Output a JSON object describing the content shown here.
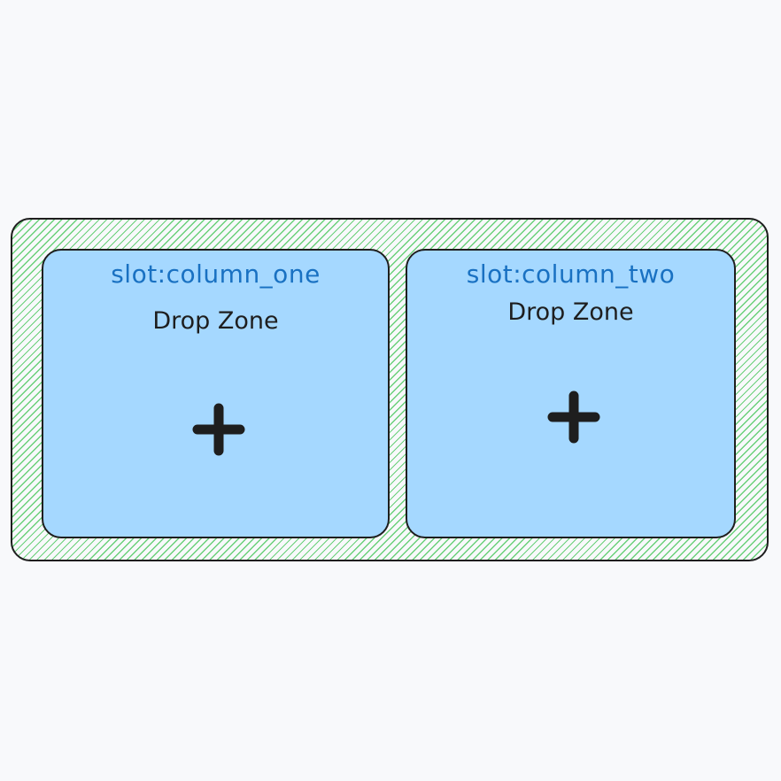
{
  "diagram": {
    "columns": [
      {
        "slot_name": "slot:column_one",
        "drop_zone_label": "Drop Zone",
        "add_icon": "plus-icon"
      },
      {
        "slot_name": "slot:column_two",
        "drop_zone_label": "Drop Zone",
        "add_icon": "plus-icon"
      }
    ],
    "colors": {
      "container_hatch": "#6ad07a",
      "slot_fill": "#a5d8ff",
      "slot_title": "#1971c2",
      "stroke": "#1e1e1e",
      "background": "#f8f9fb"
    }
  }
}
